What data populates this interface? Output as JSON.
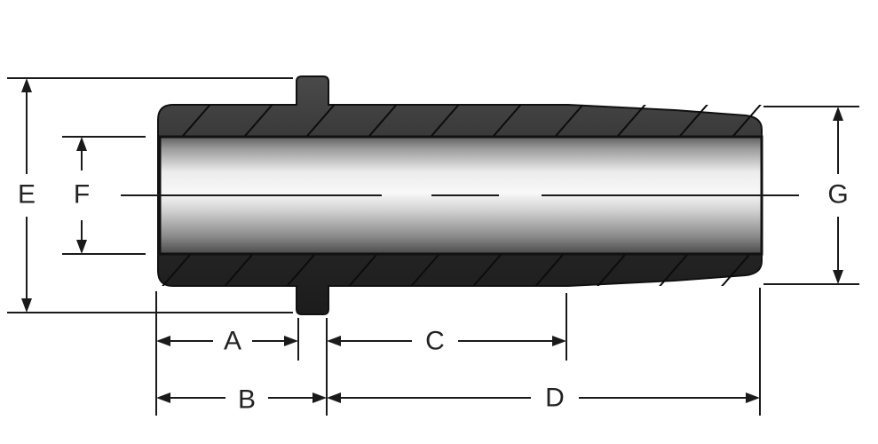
{
  "diagram": {
    "labels": {
      "a": "A",
      "b": "B",
      "c": "C",
      "d": "D",
      "e": "E",
      "f": "F",
      "g": "G"
    },
    "colors": {
      "body_dark": "#2b2b2b",
      "body_outline": "#111111",
      "bore_light": "#f4f4f4",
      "bore_mid": "#bdbdbd",
      "bore_dark": "#6e6e6e",
      "line": "#1a1a1a"
    }
  }
}
